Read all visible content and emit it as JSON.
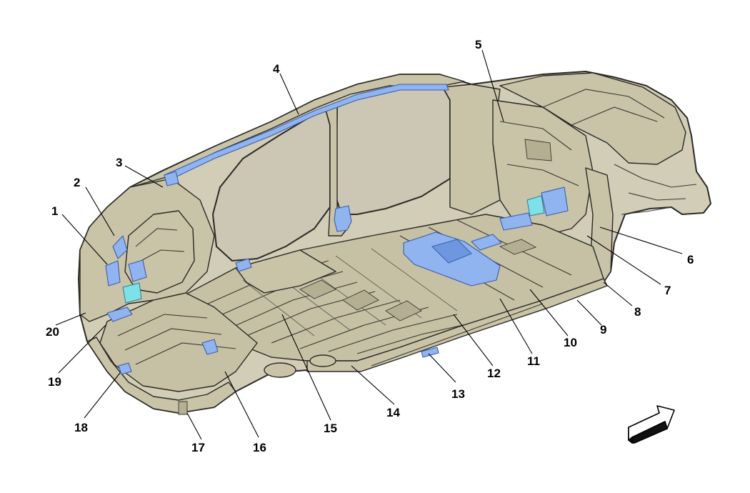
{
  "callouts": [
    {
      "id": 1,
      "label": "1"
    },
    {
      "id": 2,
      "label": "2"
    },
    {
      "id": 3,
      "label": "3"
    },
    {
      "id": 4,
      "label": "4"
    },
    {
      "id": 5,
      "label": "5"
    },
    {
      "id": 6,
      "label": "6"
    },
    {
      "id": 7,
      "label": "7"
    },
    {
      "id": 8,
      "label": "8"
    },
    {
      "id": 9,
      "label": "9"
    },
    {
      "id": 10,
      "label": "10"
    },
    {
      "id": 11,
      "label": "11"
    },
    {
      "id": 12,
      "label": "12"
    },
    {
      "id": 13,
      "label": "13"
    },
    {
      "id": 14,
      "label": "14"
    },
    {
      "id": 15,
      "label": "15"
    },
    {
      "id": 16,
      "label": "16"
    },
    {
      "id": 17,
      "label": "17"
    },
    {
      "id": 18,
      "label": "18"
    },
    {
      "id": 19,
      "label": "19"
    },
    {
      "id": 20,
      "label": "20"
    }
  ],
  "icons": {
    "direction_arrow": "direction-arrow-icon"
  },
  "colors": {
    "body": "#d2cdb6",
    "highlight": "#8fb4f0",
    "highlight_alt": "#7fe0ea",
    "line": "#2b2a25"
  }
}
